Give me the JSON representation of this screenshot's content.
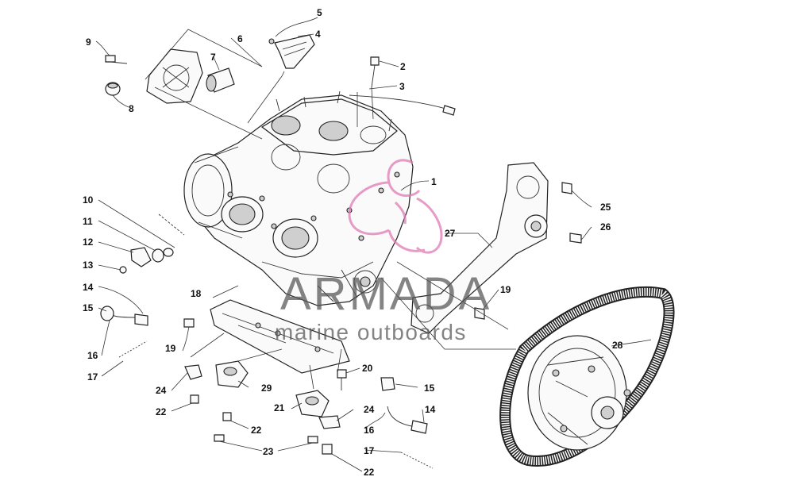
{
  "diagram": {
    "callouts": [
      {
        "id": "c1",
        "text": "1"
      },
      {
        "id": "c2",
        "text": "2"
      },
      {
        "id": "c3",
        "text": "3"
      },
      {
        "id": "c4",
        "text": "4"
      },
      {
        "id": "c5",
        "text": "5"
      },
      {
        "id": "c6",
        "text": "6"
      },
      {
        "id": "c7",
        "text": "7"
      },
      {
        "id": "c8",
        "text": "8"
      },
      {
        "id": "c9",
        "text": "9"
      },
      {
        "id": "c10",
        "text": "10"
      },
      {
        "id": "c11",
        "text": "11"
      },
      {
        "id": "c12",
        "text": "12"
      },
      {
        "id": "c13",
        "text": "13"
      },
      {
        "id": "c14a",
        "text": "14"
      },
      {
        "id": "c15a",
        "text": "15"
      },
      {
        "id": "c16a",
        "text": "16"
      },
      {
        "id": "c17a",
        "text": "17"
      },
      {
        "id": "c18",
        "text": "18"
      },
      {
        "id": "c19a",
        "text": "19"
      },
      {
        "id": "c19b",
        "text": "19"
      },
      {
        "id": "c20",
        "text": "20"
      },
      {
        "id": "c21",
        "text": "21"
      },
      {
        "id": "c22a",
        "text": "22"
      },
      {
        "id": "c22b",
        "text": "22"
      },
      {
        "id": "c22c",
        "text": "22"
      },
      {
        "id": "c23",
        "text": "23"
      },
      {
        "id": "c24a",
        "text": "24"
      },
      {
        "id": "c24b",
        "text": "24"
      },
      {
        "id": "c25",
        "text": "25"
      },
      {
        "id": "c26",
        "text": "26"
      },
      {
        "id": "c27",
        "text": "27"
      },
      {
        "id": "c28",
        "text": "28"
      },
      {
        "id": "c29",
        "text": "29"
      },
      {
        "id": "c15b",
        "text": "15"
      },
      {
        "id": "c14b",
        "text": "14"
      },
      {
        "id": "c16b",
        "text": "16"
      },
      {
        "id": "c17b",
        "text": "17"
      }
    ]
  },
  "watermark": {
    "brand": "ARMADA",
    "tagline": "marine outboards",
    "color": "#e07ab4"
  }
}
